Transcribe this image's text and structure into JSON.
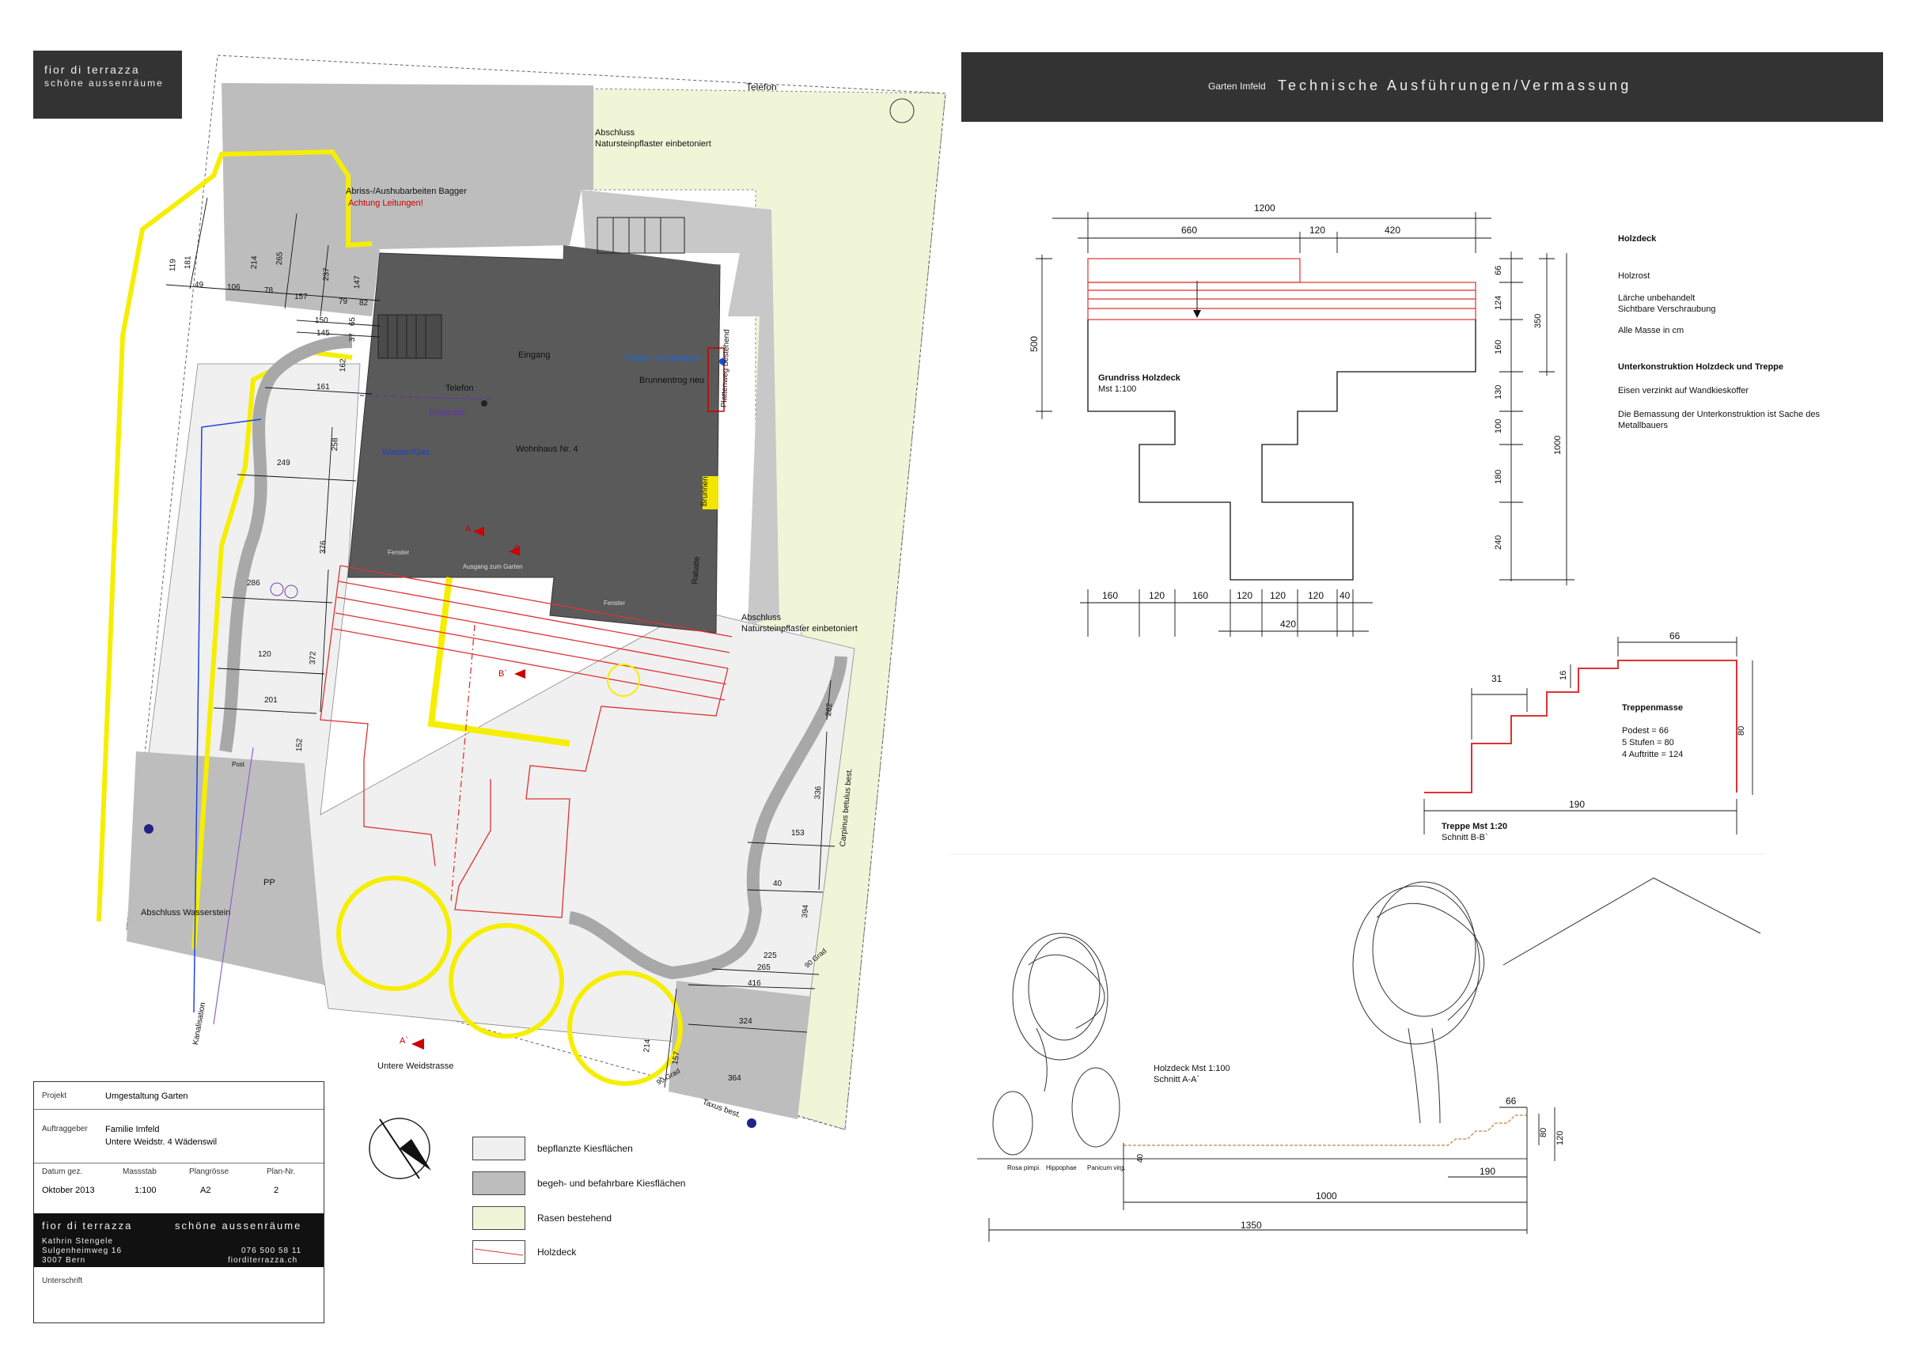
{
  "brand": {
    "name": "fior di terrazza",
    "tagline": "schöne aussenräume"
  },
  "header": {
    "project_short": "Garten Imfeld",
    "title": "Technische Ausführungen/Vermassung"
  },
  "site_plan": {
    "labels": {
      "telefon_top": "Telefon",
      "abschluss_top": "Abschluss",
      "abschluss_top_2": "Natursteinpflaster einbetoniert",
      "abriss": "Abriss-/Aushubarbeiten Bagger",
      "achtung": "Achtung Leitungen!",
      "eingang": "Eingang",
      "telefon_house": "Telefon",
      "elektrisch": "Elektrisch",
      "wasser_gas": "Wasser/Gas",
      "wohnhaus": "Wohnhaus Nr. 4",
      "brunnentrog": "Brunnentrog neu",
      "hahnen": "Hahnen Nachtwasser",
      "plattenweg": "Plattenweg bestehend",
      "brunnen": "Brunnen",
      "rabatte": "Rabatte",
      "fenster_1": "Fenster",
      "fenster_2": "Fenster",
      "ausgang": "Ausgang zum Garten",
      "abschluss_right": "Abschluss",
      "abschluss_right_2": "Natursteinpflaster einbetoniert",
      "carpinus": "Carpinus betulus best.",
      "pp": "PP",
      "post": "Post",
      "abschluss_wasserstein": "Abschluss Wasserstein",
      "kanalisation": "Kanalisation",
      "untere_weidstrasse": "Untere Weidstrasse",
      "taxus": "Taxus best.",
      "grad_90_a": "90 Grad",
      "grad_90_b": "90 Grad",
      "section_a": "A",
      "section_b": "B",
      "section_a2": "A`",
      "section_b2": "B`"
    },
    "dims": [
      "119",
      "181",
      "49",
      "106",
      "214",
      "78",
      "265",
      "157",
      "237",
      "79",
      "82",
      "147",
      "65",
      "37",
      "150",
      "145",
      "162",
      "161",
      "258",
      "249",
      "376",
      "286",
      "120",
      "372",
      "201",
      "152",
      "262",
      "336",
      "153",
      "40",
      "394",
      "225",
      "265",
      "416",
      "324",
      "214",
      "157",
      "364"
    ]
  },
  "legend": [
    {
      "label": "bepflanzte Kiesflächen",
      "color": "#f0f0f0"
    },
    {
      "label": "begeh- und befahrbare Kiesflächen",
      "color": "#bdbdbd"
    },
    {
      "label": "Rasen bestehend",
      "color": "#f1f5d8"
    },
    {
      "label": "Holzdeck",
      "color": "#ffffff"
    }
  ],
  "titleblock": {
    "projekt_label": "Projekt",
    "projekt": "Umgestaltung Garten",
    "auftraggeber_label": "Auftraggeber",
    "auftraggeber_1": "Familie Imfeld",
    "auftraggeber_2": "Untere Weidstr. 4  Wädenswil",
    "datum_label": "Datum gez.",
    "datum": "Oktober 2013",
    "massstab_label": "Massstab",
    "massstab": "1:100",
    "plangroesse_label": "Plangrösse",
    "plangroesse": "A2",
    "plannr_label": "Plan-Nr.",
    "plannr": "2",
    "brand_name": "fior di terrazza",
    "brand_tagline": "schöne aussenräume",
    "person": "Kathrin Stengele",
    "street": "Sulgenheimweg 16",
    "city": "3007 Bern",
    "phone": "076 500 58 11",
    "web": "fiorditerrazza.ch",
    "unterschrift_label": "Unterschrift"
  },
  "holzdeck_plan": {
    "title": "Grundriss Holzdeck",
    "scale": "Mst 1:100",
    "top_dims": [
      "1200",
      "660",
      "120",
      "420"
    ],
    "left_dim": "500",
    "bottom_dims": [
      "160",
      "120",
      "160",
      "120",
      "120",
      "120",
      "40"
    ],
    "bottom_total": "420",
    "right_dims": [
      "66",
      "124",
      "160",
      "130",
      "100",
      "180",
      "240"
    ],
    "right_sub": "350",
    "right_total": "1000"
  },
  "notes": {
    "holzdeck_title": "Holzdeck",
    "holzrost": "Holzrost",
    "laerche": "Lärche unbehandelt",
    "verschraubung": "Sichtbare Verschraubung",
    "masse": "Alle Masse in cm",
    "unterkonstruktion_title": "Unterkonstruktion Holzdeck und Treppe",
    "eisen": "Eisen verzinkt auf Wandkieskoffer",
    "bemassung_1": "Die Bemassung der Unterkonstruktion ist Sache des",
    "bemassung_2": "Metallbauers"
  },
  "treppe": {
    "title": "Treppenmasse",
    "podest": "Podest = 66",
    "stufen": "5 Stufen = 80",
    "auftritte": "4 Auftritte = 124",
    "scale": "Treppe Mst 1:20",
    "schnitt": "Schnitt B-B`",
    "dims": [
      "66",
      "31",
      "16",
      "80",
      "190"
    ]
  },
  "section": {
    "title": "Holzdeck Mst 1:100",
    "schnitt": "Schnitt A-A`",
    "plants": [
      "Rosa pimpi.",
      "Hippophae",
      "Panicum virg."
    ],
    "dims": [
      "66",
      "80",
      "120",
      "40",
      "190",
      "1000",
      "1350"
    ]
  }
}
